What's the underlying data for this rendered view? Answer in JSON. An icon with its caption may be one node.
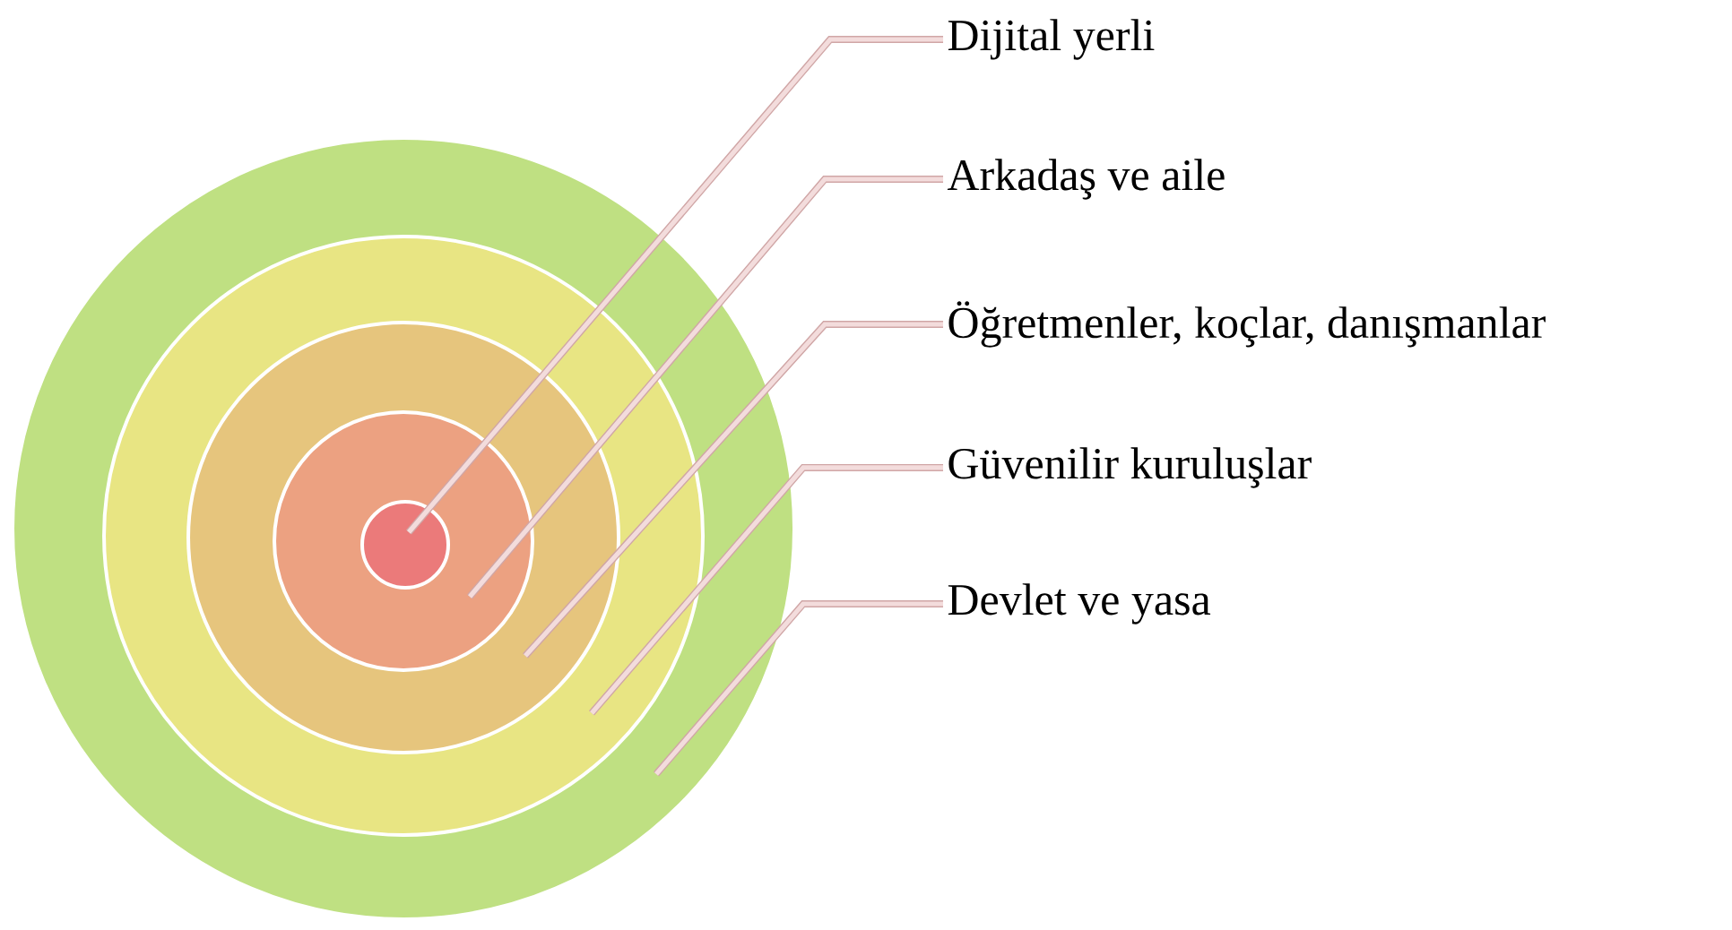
{
  "diagram": {
    "nodes": [
      {
        "text": [],
        "shape": "circle"
      },
      {
        "text": [],
        "shape": "circle",
        "in": 0
      },
      {
        "text": [],
        "shape": "circle",
        "in": 1
      },
      {
        "text": [],
        "shape": "circle",
        "in": 2
      },
      {
        "text": [],
        "shape": "circle",
        "in": 3
      },
      {
        "text": [
          "Dijital yerli"
        ]
      },
      {
        "text": [
          "Arkadaş ve aile"
        ]
      },
      {
        "text": [
          "Öğretmenler, koçlar, danışmanlar"
        ]
      },
      {
        "text": [
          "Güvenilir kuruluşlar"
        ]
      },
      {
        "text": [
          "Devlet ve yasa"
        ]
      }
    ],
    "edges": [
      {
        "from": 5,
        "to": 4,
        "arrow": "none"
      },
      {
        "from": 6,
        "to": 3,
        "arrow": "none"
      },
      {
        "from": 7,
        "to": 2,
        "arrow": "none"
      },
      {
        "from": 8,
        "to": 1,
        "arrow": "none"
      },
      {
        "from": 9,
        "to": 0,
        "arrow": "none"
      }
    ]
  }
}
